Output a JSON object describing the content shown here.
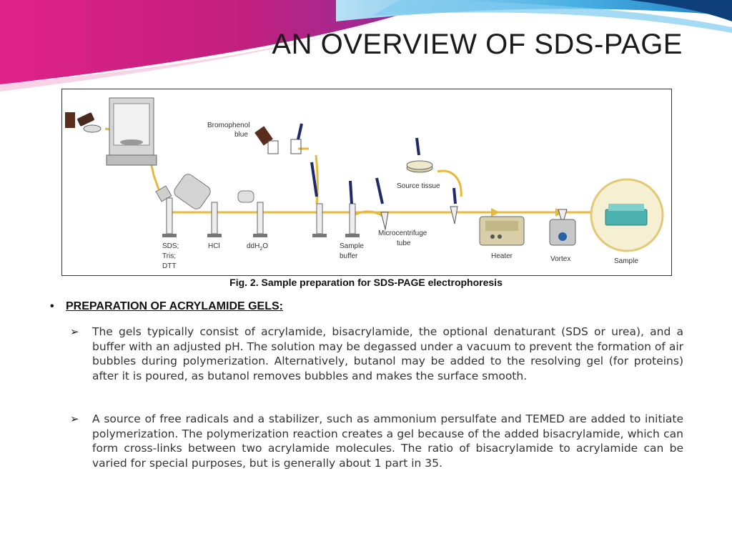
{
  "slide": {
    "title": "AN OVERVIEW OF SDS-PAGE",
    "colors": {
      "swoosh_pink": "#e0218a",
      "swoosh_purple": "#7b2a9a",
      "swoosh_blue": "#3aa6dc",
      "arrow_gold": "#e8b83a"
    }
  },
  "figure": {
    "labels": {
      "bromophenol_line1": "Bromophenol",
      "bromophenol_line2": "blue",
      "source_tissue": "Source tissue",
      "sds_line1": "SDS;",
      "sds_line2": "Tris;",
      "sds_line3": "DTT",
      "hcl": "HCl",
      "ddh2o": "ddH",
      "ddh2o_sub": "2",
      "ddh2o_end": "O",
      "sample_buffer_line1": "Sample",
      "sample_buffer_line2": "buffer",
      "microcentrifuge_line1": "Microcentrifuge",
      "microcentrifuge_line2": "tube",
      "heater": "Heater",
      "vortex": "Vortex",
      "sample": "Sample"
    },
    "caption": "Fig. 2. Sample preparation for SDS-PAGE electrophoresis"
  },
  "section": {
    "bullet": "•",
    "heading": "PREPARATION OF ACRYLAMIDE GELS:",
    "paragraphs": [
      {
        "marker": "➢",
        "text": "The gels typically consist of acrylamide, bisacrylamide, the optional denaturant (SDS or urea), and a buffer with an adjusted pH. The solution may be degassed under a vacuum to prevent the formation of air bubbles during polymerization. Alternatively, butanol may be added to the resolving gel (for proteins) after it is poured, as butanol removes bubbles and makes the surface smooth."
      },
      {
        "marker": "➢",
        "text": "A source of free radicals and a stabilizer, such as ammonium persulfate and TEMED are added to initiate polymerization. The polymerization reaction creates a gel because of the added bisacrylamide, which can form cross-links between two acrylamide molecules. The ratio of bisacrylamide to acrylamide can be varied for special purposes, but is generally about 1 part in 35."
      }
    ]
  }
}
